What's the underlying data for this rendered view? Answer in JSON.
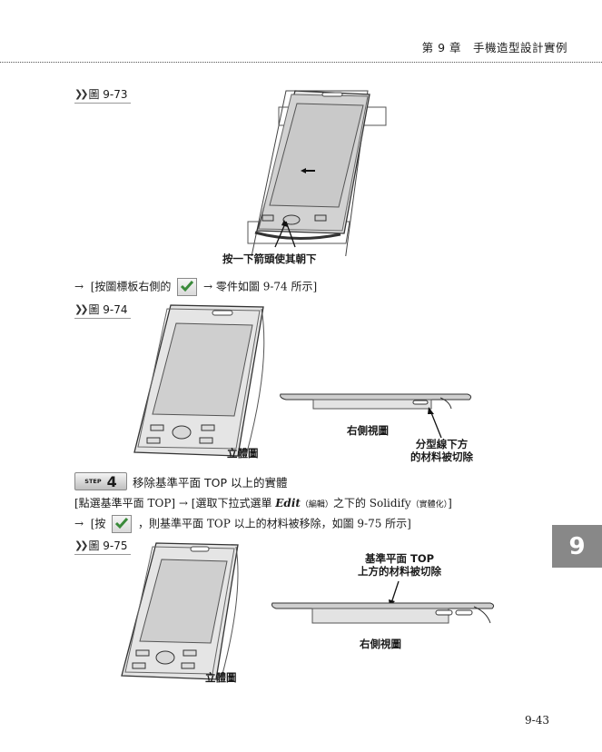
{
  "header": {
    "chapter_title": "第 9 章　手機造型設計實例"
  },
  "fig73": {
    "label": "圖 9-73",
    "caption": "按一下箭頭使其朝下"
  },
  "instruction1": {
    "arrow": "→",
    "text_before": "[按圖標板右側的",
    "text_after": "→ 零件如圖 9-74 所示]"
  },
  "fig74": {
    "label": "圖 9-74",
    "caption_iso": "立體圖",
    "caption_side": "右側視圖",
    "caption_note_line1": "分型線下方",
    "caption_note_line2": "的材料被切除"
  },
  "step4": {
    "badge_word": "STEP",
    "badge_number": "4",
    "title": "移除基準平面 TOP 以上的實體"
  },
  "instruction2": {
    "part1": "[點選基準平面 TOP] → [選取下拉式選單 ",
    "menu": "Edit",
    "menu_note": "（編輯）",
    "part2": "之下的 Solidify",
    "sol_note": "（實體化）",
    "part3": "]"
  },
  "instruction3": {
    "arrow": "→",
    "text_before": "[按",
    "text_after": "，則基準平面 TOP 以上的材料被移除，如圖 9-75 所示]"
  },
  "fig75": {
    "label": "圖 9-75",
    "caption_iso": "立體圖",
    "caption_side": "右側視圖",
    "caption_note_line1": "基準平面 TOP",
    "caption_note_line2": "上方的材料被切除"
  },
  "side_tab": "9",
  "page_number": "9-43"
}
